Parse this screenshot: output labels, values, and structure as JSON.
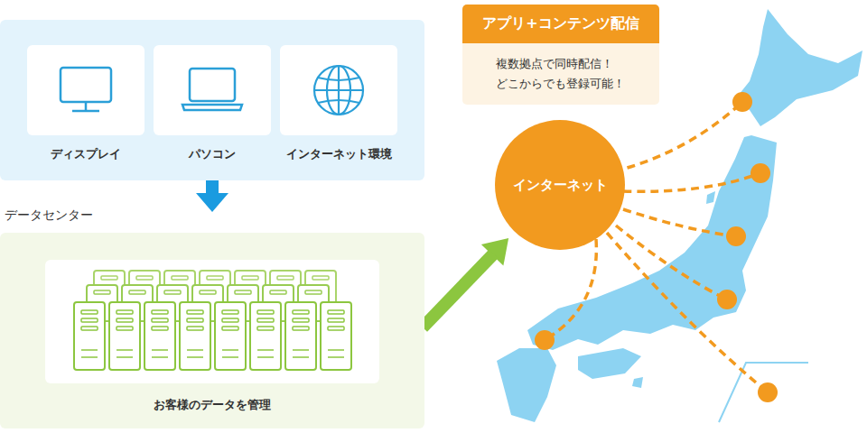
{
  "diagram": {
    "nodes": [
      {
        "text": [
          "ディスプレイ"
        ]
      },
      {
        "text": [
          "パソコン"
        ]
      },
      {
        "text": [
          "インターネット環境"
        ]
      },
      {
        "text": [
          "データセンター"
        ]
      },
      {
        "text": [
          "お客様のデータを管理"
        ],
        "in": 3
      },
      {
        "text": [
          "インターネット"
        ]
      },
      {
        "text": [
          "アプリ+コンテンツ配信",
          "複数拠点で同時配信！ どこからでも登録可能！"
        ]
      }
    ],
    "edges": [
      {
        "from": 3,
        "to": 5,
        "arrow": "to"
      }
    ]
  }
}
